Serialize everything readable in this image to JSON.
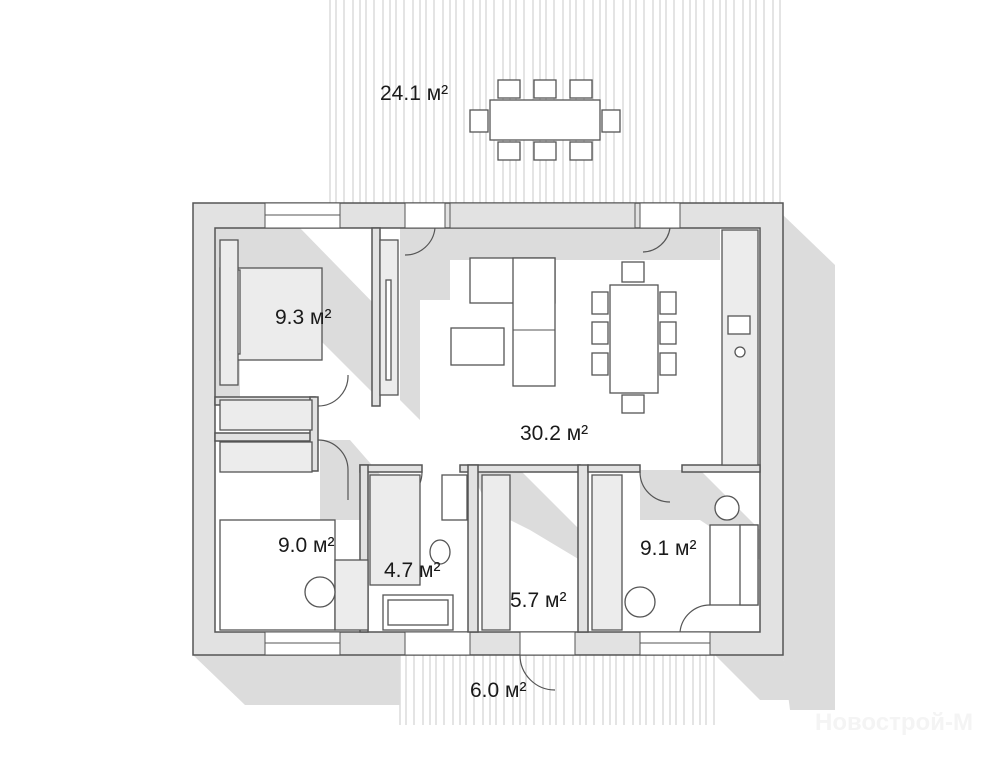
{
  "plan": {
    "rooms": [
      {
        "name": "terrace",
        "area": "24.1 м²"
      },
      {
        "name": "bedroom-1",
        "area": "9.3 м²"
      },
      {
        "name": "living-kitchen",
        "area": "30.2 м²"
      },
      {
        "name": "bedroom-2",
        "area": "9.0 м²"
      },
      {
        "name": "bathroom",
        "area": "4.7 м²"
      },
      {
        "name": "hall",
        "area": "5.7 м²"
      },
      {
        "name": "bedroom-3",
        "area": "9.1 м²"
      },
      {
        "name": "porch",
        "area": "6.0 м²"
      }
    ],
    "watermark": "Новострой-М"
  }
}
